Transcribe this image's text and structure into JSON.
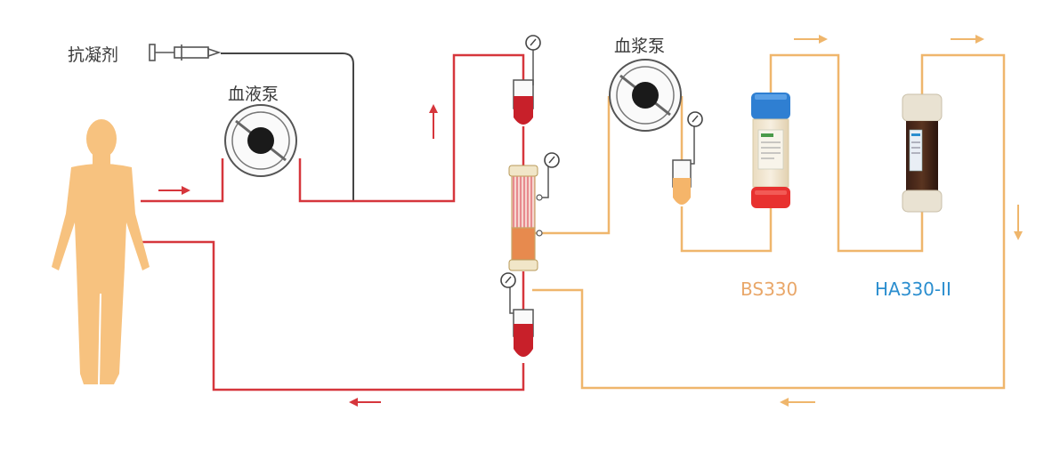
{
  "labels": {
    "anticoagulant": "抗凝剂",
    "blood_pump": "血液泵",
    "plasma_pump": "血浆泵",
    "bs330": "BS330",
    "ha330": "HA330-II"
  },
  "colors": {
    "blood_line": "#d6363c",
    "plasma_line": "#efb66c",
    "anticoag_line": "#444444",
    "body": "#f7c27f",
    "bs330_label": "#e9a769",
    "ha330_label": "#2b8ecf"
  }
}
